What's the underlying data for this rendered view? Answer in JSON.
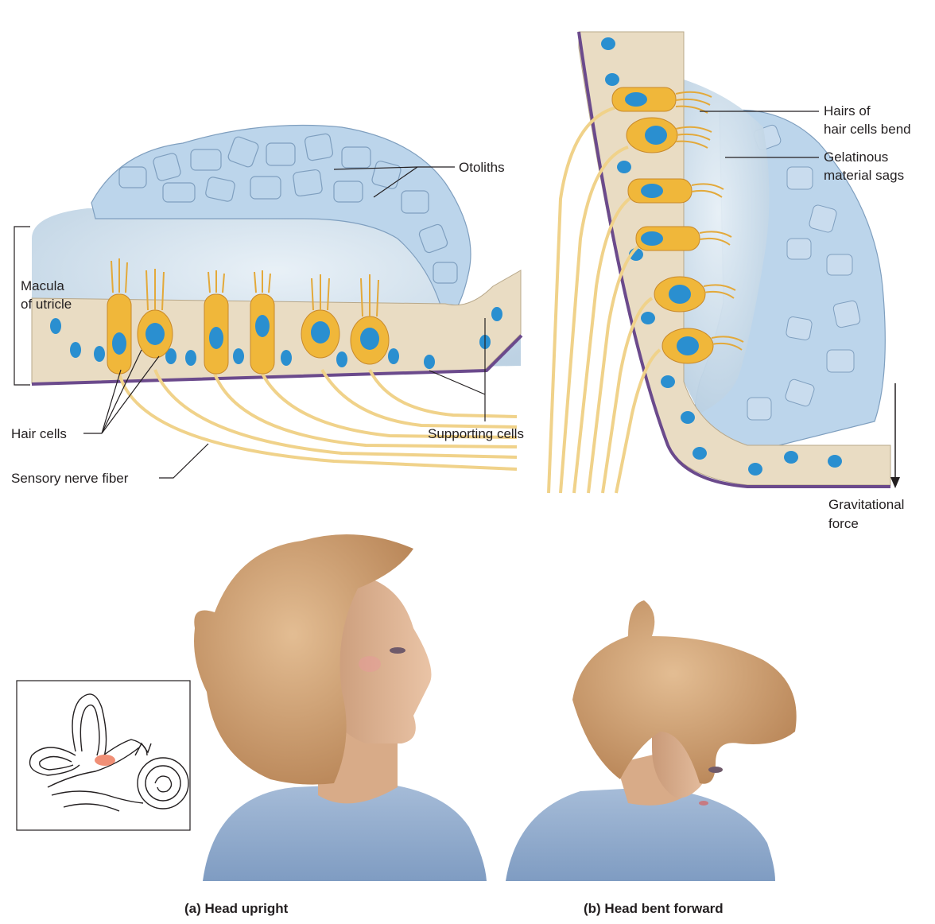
{
  "labels": {
    "otoliths": "Otoliths",
    "macula_line1": "Macula",
    "macula_line2": "of utricle",
    "hair_cells": "Hair cells",
    "supporting_cells": "Supporting cells",
    "sensory_nerve_fiber": "Sensory nerve fiber",
    "hairs_bend_line1": "Hairs of",
    "hairs_bend_line2": "hair cells bend",
    "gelatinous_line1": "Gelatinous",
    "gelatinous_line2": "material sags",
    "gravity_line1": "Gravitational",
    "gravity_line2": "force"
  },
  "captions": {
    "a": "(a) Head upright",
    "b": "(b) Head bent forward"
  },
  "colors": {
    "otolith": "#b9d3ea",
    "gel": "#c8dbe9",
    "support_cell": "#e8dcc4",
    "hair_cell": "#f0b73a",
    "nucleus": "#2a8fd0",
    "membrane": "#6b4a8c",
    "nerve": "#f2d58a",
    "hair": "#c78b62",
    "skin": "#ddb493",
    "shirt": "#8fa9c9",
    "macula_marker": "#f08f76"
  }
}
